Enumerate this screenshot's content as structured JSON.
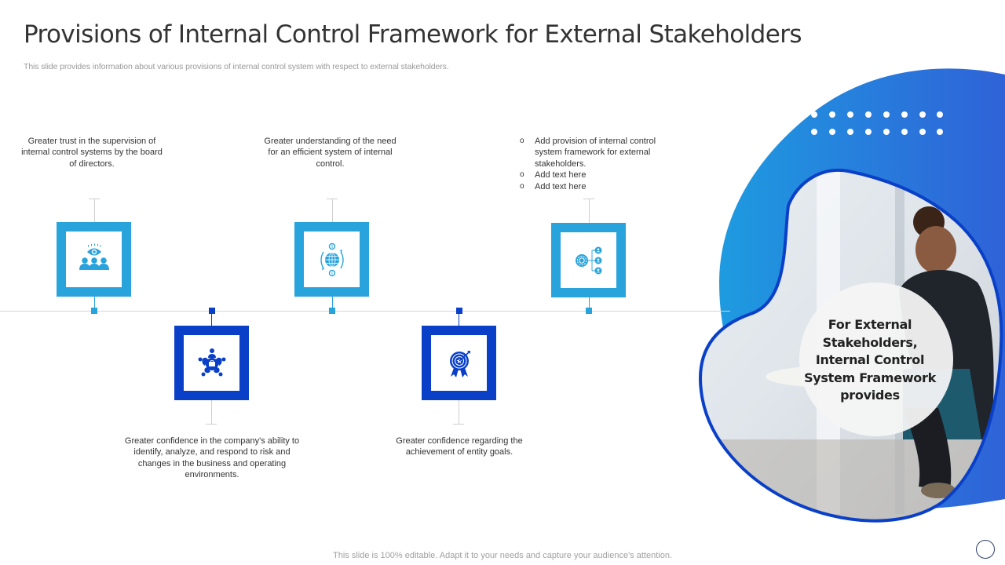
{
  "slide": {
    "title": "Provisions of Internal Control Framework for External Stakeholders",
    "subtitle": "This slide provides information about various provisions of internal control system with respect to external stakeholders.",
    "footer": "This slide is 100% editable. Adapt it to your needs and capture your audience's attention."
  },
  "colors": {
    "light_blue": "#29A3DC",
    "dark_blue": "#0A3FC8",
    "timeline_gray": "#D4D4D4",
    "blob_gradient_start": "#1E9BE0",
    "blob_gradient_end": "#2F62D8"
  },
  "timeline": {
    "items": [
      {
        "position": "top",
        "color": "light_blue",
        "icon": "board-oversight-icon",
        "text": "Greater trust in the supervision of internal control systems by the board of directors."
      },
      {
        "position": "bottom",
        "color": "dark_blue",
        "icon": "team-collaboration-icon",
        "text": "Greater confidence in the company's ability to identify, analyze, and respond to risk and changes in the business and operating environments."
      },
      {
        "position": "top",
        "color": "light_blue",
        "icon": "global-currency-exchange-icon",
        "text": "Greater understanding of the need for an efficient system of internal control."
      },
      {
        "position": "bottom",
        "color": "dark_blue",
        "icon": "target-award-icon",
        "text": "Greater confidence regarding the achievement of entity goals."
      },
      {
        "position": "top",
        "color": "light_blue",
        "icon": "gear-hierarchy-icon",
        "bullets": [
          "Add provision of internal control system framework for external stakeholders.",
          "Add text here",
          "Add text here"
        ]
      }
    ]
  },
  "callout": {
    "text": "For External Stakeholders, Internal Control System Framework provides"
  }
}
